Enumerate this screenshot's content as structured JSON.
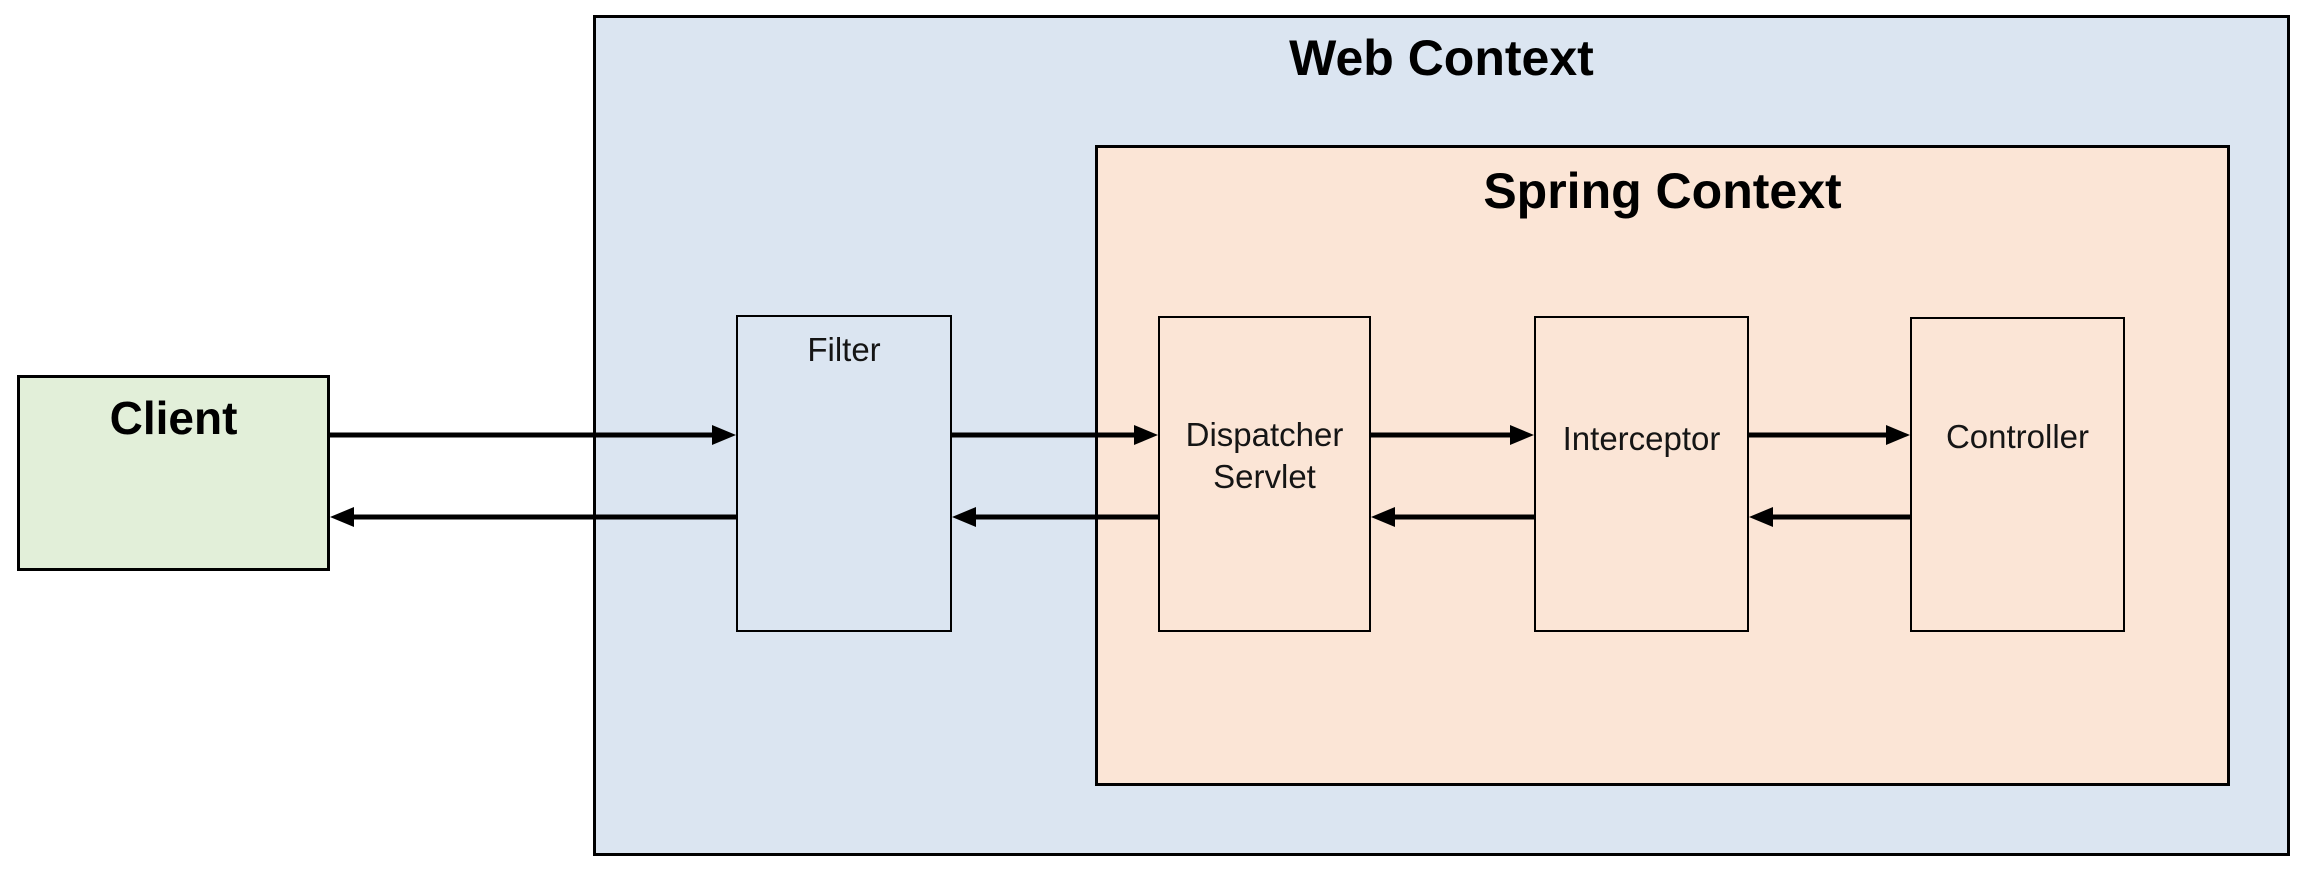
{
  "diagram": {
    "containers": {
      "web_context": {
        "title": "Web Context",
        "fill": "#dbe5f1"
      },
      "spring_context": {
        "title": "Spring Context",
        "fill": "#fbe5d6"
      }
    },
    "nodes": {
      "client": {
        "label": "Client",
        "fill": "#e2efd9"
      },
      "filter": {
        "label": "Filter",
        "fill": "#dbe5f1"
      },
      "dispatcher_servlet": {
        "label_lines": [
          "Dispatcher",
          "Servlet"
        ],
        "fill": "#fbe5d6"
      },
      "interceptor": {
        "label": "Interceptor",
        "fill": "#fbe5d6"
      },
      "controller": {
        "label": "Controller",
        "fill": "#fbe5d6"
      }
    },
    "edges": [
      {
        "from": "client",
        "to": "filter",
        "lane": "request"
      },
      {
        "from": "filter",
        "to": "dispatcher_servlet",
        "lane": "request"
      },
      {
        "from": "dispatcher_servlet",
        "to": "interceptor",
        "lane": "request"
      },
      {
        "from": "interceptor",
        "to": "controller",
        "lane": "request"
      },
      {
        "from": "controller",
        "to": "interceptor",
        "lane": "response"
      },
      {
        "from": "interceptor",
        "to": "dispatcher_servlet",
        "lane": "response"
      },
      {
        "from": "dispatcher_servlet",
        "to": "filter",
        "lane": "response"
      },
      {
        "from": "filter",
        "to": "client",
        "lane": "response"
      }
    ],
    "colors": {
      "border": "#000000",
      "arrow": "#000000"
    }
  }
}
